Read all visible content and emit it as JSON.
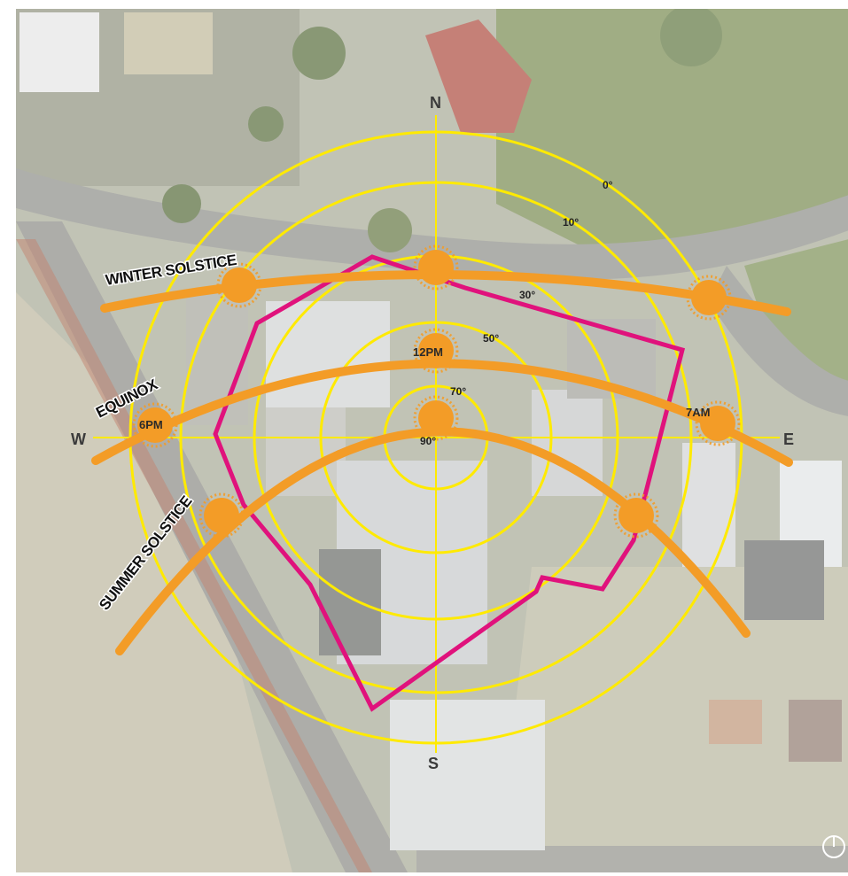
{
  "compass": {
    "north": "N",
    "south": "S",
    "east": "E",
    "west": "W"
  },
  "altitude_rings": [
    {
      "label": "0°",
      "altitude_deg": 0
    },
    {
      "label": "10°",
      "altitude_deg": 10
    },
    {
      "label": "30°",
      "altitude_deg": 30
    },
    {
      "label": "50°",
      "altitude_deg": 50
    },
    {
      "label": "70°",
      "altitude_deg": 70
    },
    {
      "label": "90°",
      "altitude_deg": 90
    }
  ],
  "sun_paths": [
    {
      "name": "WINTER SOLSTICE"
    },
    {
      "name": "EQUINOX"
    },
    {
      "name": "SUMMER SOLSTICE"
    }
  ],
  "time_labels": {
    "morning": "7AM",
    "noon": "12PM",
    "evening": "6PM"
  },
  "colors": {
    "sun_path": "#f39c27",
    "rings": "#ffea00",
    "site_boundary": "#e0127c",
    "label_text": "#111111"
  },
  "icons": [
    "sun-icon",
    "north-arrow-icon"
  ]
}
